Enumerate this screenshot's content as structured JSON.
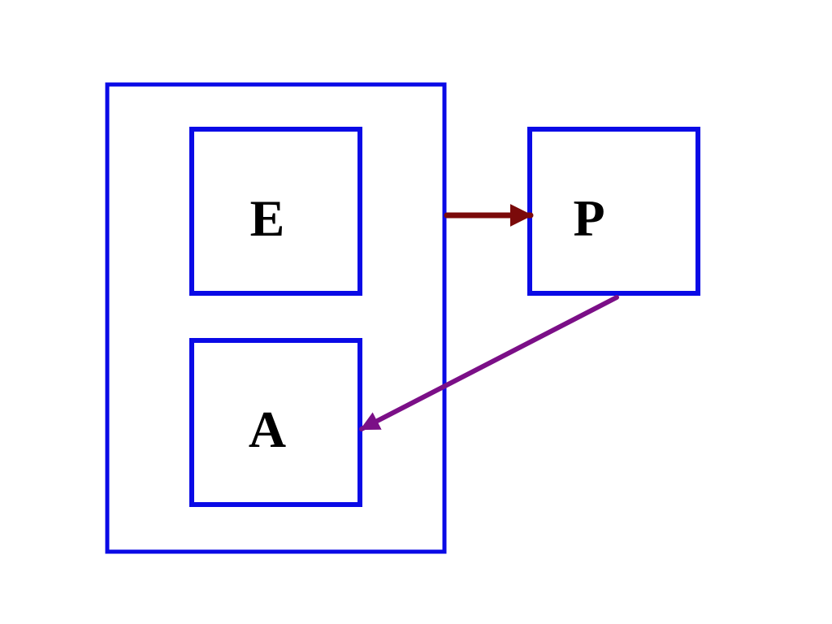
{
  "diagram": {
    "nodes": {
      "outer": {
        "label": ""
      },
      "e": {
        "label": "E"
      },
      "a": {
        "label": "A"
      },
      "p": {
        "label": "P"
      }
    },
    "edges": [
      {
        "from": "outer",
        "to": "p",
        "color": "#7b0a0a"
      },
      {
        "from": "p",
        "to": "a",
        "color": "#7b0f87"
      }
    ]
  },
  "colors": {
    "box_stroke": "#0a0ae6",
    "text": "#000000",
    "background": "#ffffff"
  }
}
